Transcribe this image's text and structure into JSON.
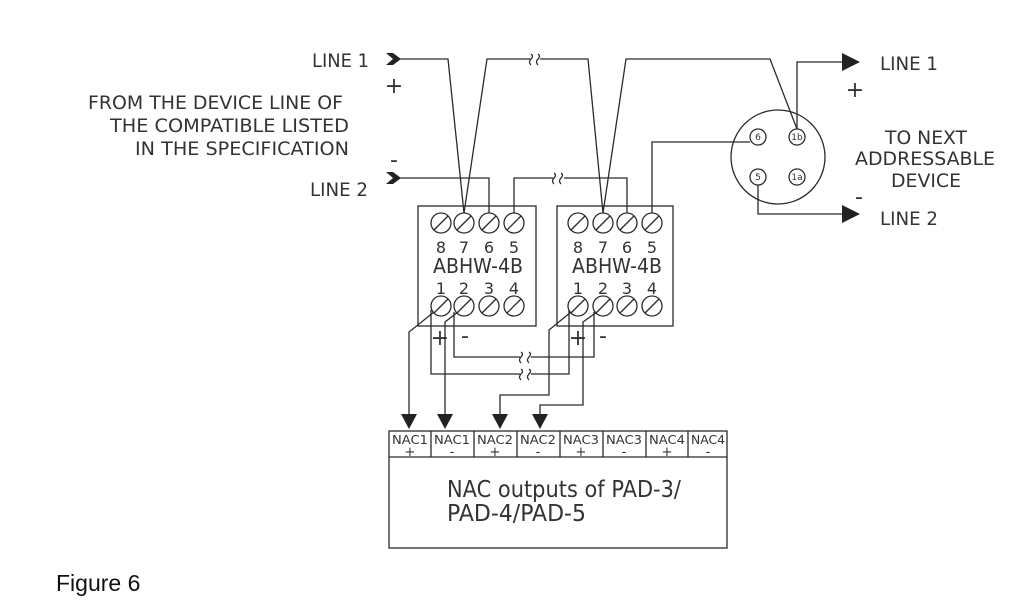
{
  "figure_caption": "Figure 6",
  "input": {
    "line1_label": "LINE 1",
    "line1_polarity": "+",
    "line2_label": "LINE 2",
    "line2_polarity": "-",
    "source_text": [
      "FROM THE DEVICE LINE OF",
      "THE COMPATIBLE LISTED",
      "IN THE SPECIFICATION"
    ]
  },
  "output": {
    "line1_label": "LINE 1",
    "line1_polarity": "+",
    "line2_label": "LINE 2",
    "line2_polarity": "-",
    "dest_text": [
      "TO NEXT",
      "ADDRESSABLE",
      "DEVICE"
    ]
  },
  "connector": {
    "pins": [
      "6",
      "1b",
      "5",
      "1a"
    ]
  },
  "modules": [
    {
      "model": "ABHW-4B",
      "top_terminals": [
        "8",
        "7",
        "6",
        "5"
      ],
      "bottom_terminals": [
        "1",
        "2",
        "3",
        "4"
      ],
      "output_polarity": [
        "+",
        "-"
      ]
    },
    {
      "model": "ABHW-4B",
      "top_terminals": [
        "8",
        "7",
        "6",
        "5"
      ],
      "bottom_terminals": [
        "1",
        "2",
        "3",
        "4"
      ],
      "output_polarity": [
        "+",
        "-"
      ]
    }
  ],
  "nac_panel": {
    "terminals": [
      {
        "name": "NAC1",
        "polarity": "+"
      },
      {
        "name": "NAC1",
        "polarity": "-"
      },
      {
        "name": "NAC2",
        "polarity": "+"
      },
      {
        "name": "NAC2",
        "polarity": "-"
      },
      {
        "name": "NAC3",
        "polarity": "+"
      },
      {
        "name": "NAC3",
        "polarity": "-"
      },
      {
        "name": "NAC4",
        "polarity": "+"
      },
      {
        "name": "NAC4",
        "polarity": "-"
      }
    ],
    "title_lines": [
      "NAC outputs of PAD-3/",
      "PAD-4/PAD-5"
    ]
  }
}
